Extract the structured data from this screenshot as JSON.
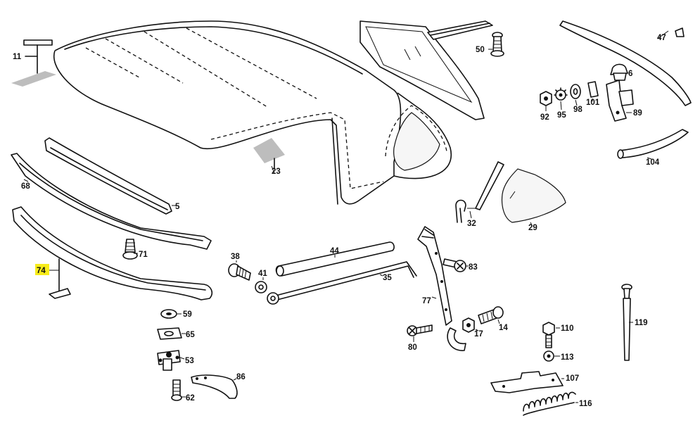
{
  "labels": {
    "p11": "11",
    "p23": "23",
    "p68": "68",
    "p5": "5",
    "p71": "71",
    "p74": "74",
    "p59": "59",
    "p65": "65",
    "p53": "53",
    "p62": "62",
    "p86": "86",
    "p38": "38",
    "p41": "41",
    "p44": "44",
    "p35": "35",
    "p50": "50",
    "p47": "47",
    "p6": "6",
    "p92": "92",
    "p95": "95",
    "p98": "98",
    "p101": "101",
    "p89": "89",
    "p104": "104",
    "p32": "32",
    "p29": "29",
    "p83": "83",
    "p77": "77",
    "p17": "17",
    "p14": "14",
    "p80": "80",
    "p110": "110",
    "p113": "113",
    "p119": "119",
    "p107": "107",
    "p116": "116"
  },
  "highlight": {
    "part": "74",
    "color": "#f7ec1a"
  }
}
